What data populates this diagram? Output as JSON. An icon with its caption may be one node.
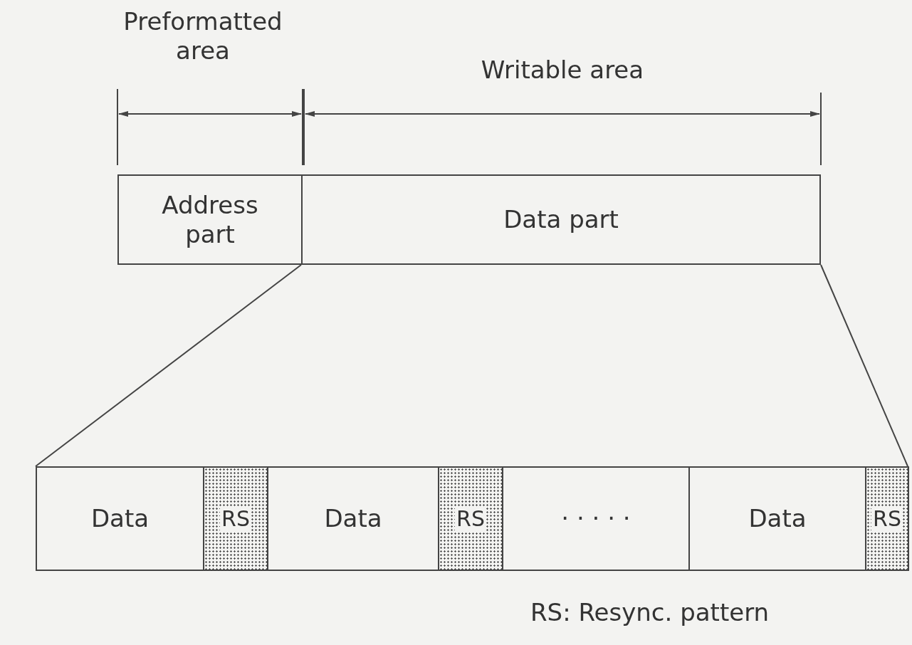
{
  "diagram": {
    "nodes": [
      {
        "text": [
          "Address part"
        ]
      },
      {
        "text": [
          "Data part"
        ]
      },
      {
        "text": [
          "Data"
        ]
      },
      {
        "text": [
          "RS"
        ]
      },
      {
        "text": [
          "Data"
        ]
      },
      {
        "text": [
          "RS"
        ]
      },
      {
        "text": [
          "· · · · ·"
        ]
      },
      {
        "text": [
          "Data"
        ]
      },
      {
        "text": [
          "RS"
        ]
      }
    ],
    "edges": [
      {
        "from": 1,
        "to": 2,
        "arrow": "none"
      },
      {
        "from": 1,
        "to": 8,
        "arrow": "none"
      }
    ],
    "labels": [
      "Preformatted area",
      "Writable area",
      "RS: Resync. pattern"
    ]
  }
}
